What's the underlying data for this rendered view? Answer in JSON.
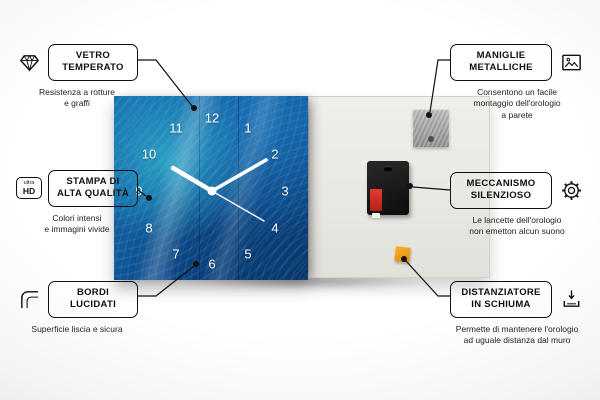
{
  "features_left": [
    {
      "title": "VETRO\nTEMPERATO",
      "desc": "Resistenza a rotture\ne graffi"
    },
    {
      "title": "STAMPA DI\nALTA QUALITÀ",
      "desc": "Colori intensi\ne immagini vivide",
      "badge_top": "ultra",
      "badge_bottom": "HD"
    },
    {
      "title": "BORDI\nLUCIDATI",
      "desc": "Superficie liscia e sicura"
    }
  ],
  "features_right": [
    {
      "title": "MANIGLIE\nMETALLICHE",
      "desc": "Consentono un facile\nmontaggio dell'orologio\na parete"
    },
    {
      "title": "MECCANISMO\nSILENZIOSO",
      "desc": "Le lancette dell'orologio\nnon emetton alcun suono"
    },
    {
      "title": "DISTANZIATORE\nIN SCHIUMA",
      "desc": "Permette di mantenere l'orologio\nad uguale distanza dal muro"
    }
  ],
  "clock": {
    "numbers": [
      "12",
      "1",
      "2",
      "3",
      "4",
      "5",
      "6",
      "7",
      "8",
      "9",
      "10",
      "11"
    ]
  },
  "colors": {
    "line": "#111111",
    "clock_blue": "#1a74b4",
    "foam_orange": "#f0a024",
    "battery_red": "#d22c1e"
  }
}
